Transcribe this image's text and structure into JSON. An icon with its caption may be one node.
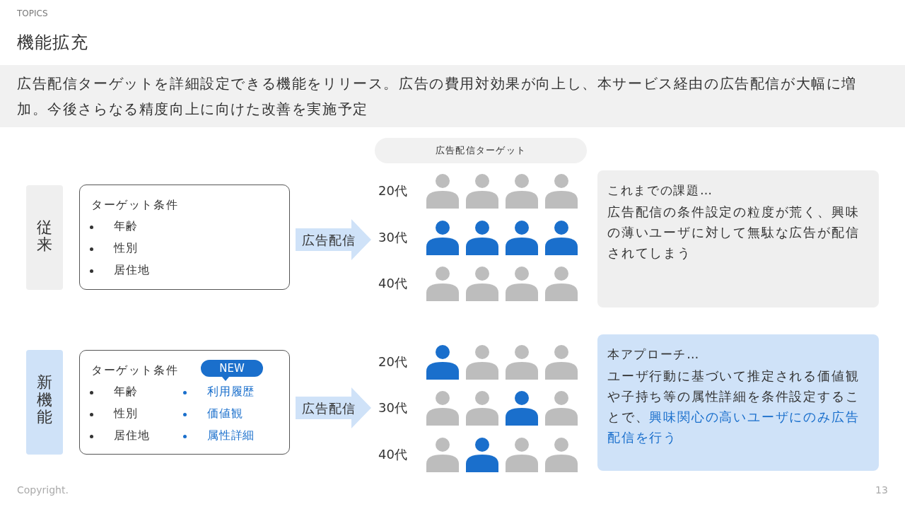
{
  "diagram": {
    "title": "機能拡充",
    "nodes": [
      {
        "text": [
          "広告配信ターゲット"
        ]
      },
      {
        "text": [
          "従来"
        ]
      },
      {
        "text": [
          "ターゲット条件",
          "年齢",
          "性別",
          "居住地"
        ]
      },
      {
        "text": [
          "広告配信"
        ]
      },
      {
        "text": [
          "これまでの課題…",
          "広告配信の条件設定の粒度が荒く、興味の薄いユーザに対して無駄な広告が配信されてしまう"
        ]
      },
      {
        "text": [
          "新機能"
        ]
      },
      {
        "text": [
          "ターゲット条件",
          "年齢",
          "性別",
          "居住地",
          "利用履歴",
          "価値観",
          "属性詳細"
        ]
      },
      {
        "text": [
          "NEW"
        ],
        "in": 6
      },
      {
        "text": [
          "広告配信"
        ]
      },
      {
        "text": [
          "本アプローチ…",
          "ユーザ行動に基づいて推定される価値観や子持ち等の属性詳細を条件設定することで、**興味関心の高いユーザにのみ広告配信を行う**"
        ]
      }
    ],
    "labels": [
      "TOPICS",
      "広告配信ターゲットを詳細設定できる機能をリリース。広告の費用対効果が向上し、本サービス経由の広告配信が大幅に増加。今後さらなる精度向上に向けた改善を実施予定",
      "20代",
      "30代",
      "40代",
      "20代",
      "30代",
      "40代",
      "Copyright.",
      "13"
    ]
  }
}
